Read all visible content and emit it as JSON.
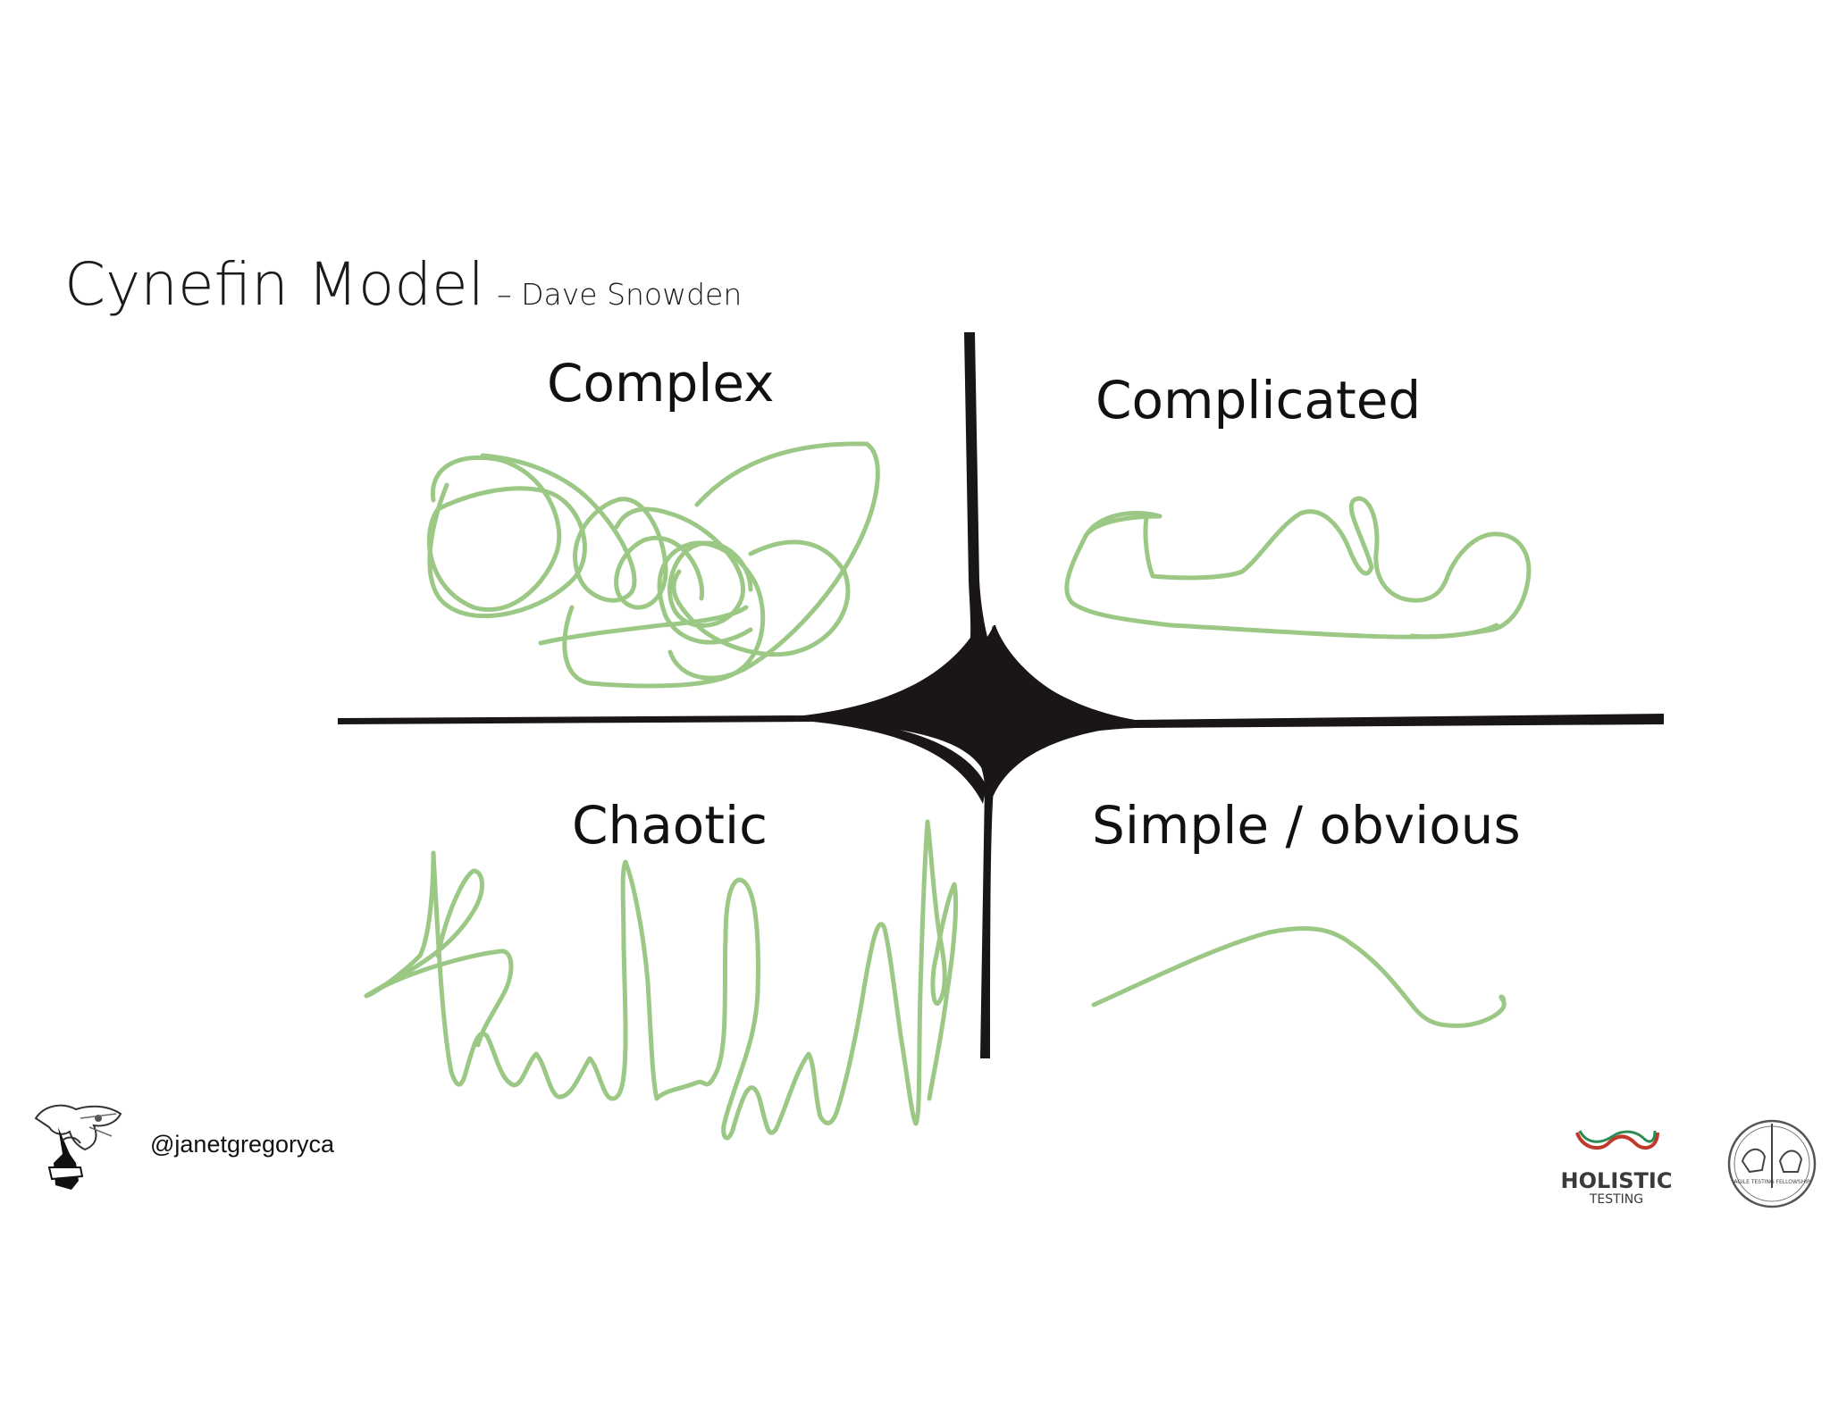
{
  "title": {
    "main": "Cynefin Model",
    "subtitle": "– Dave Snowden"
  },
  "quadrants": {
    "top_left": "Complex",
    "top_right": "Complicated",
    "bottom_left": "Chaotic",
    "bottom_right": "Simple / obvious"
  },
  "footer": {
    "handle": "@janetgregoryca",
    "logo_holistic_main": "HOLISTIC",
    "logo_holistic_sub": "TESTING",
    "logo_fellowship_text": "AGILE TESTING FELLOWSHIP"
  },
  "colors": {
    "scribble": "#9cc886",
    "axes": "#1a1618",
    "text": "#111111"
  }
}
